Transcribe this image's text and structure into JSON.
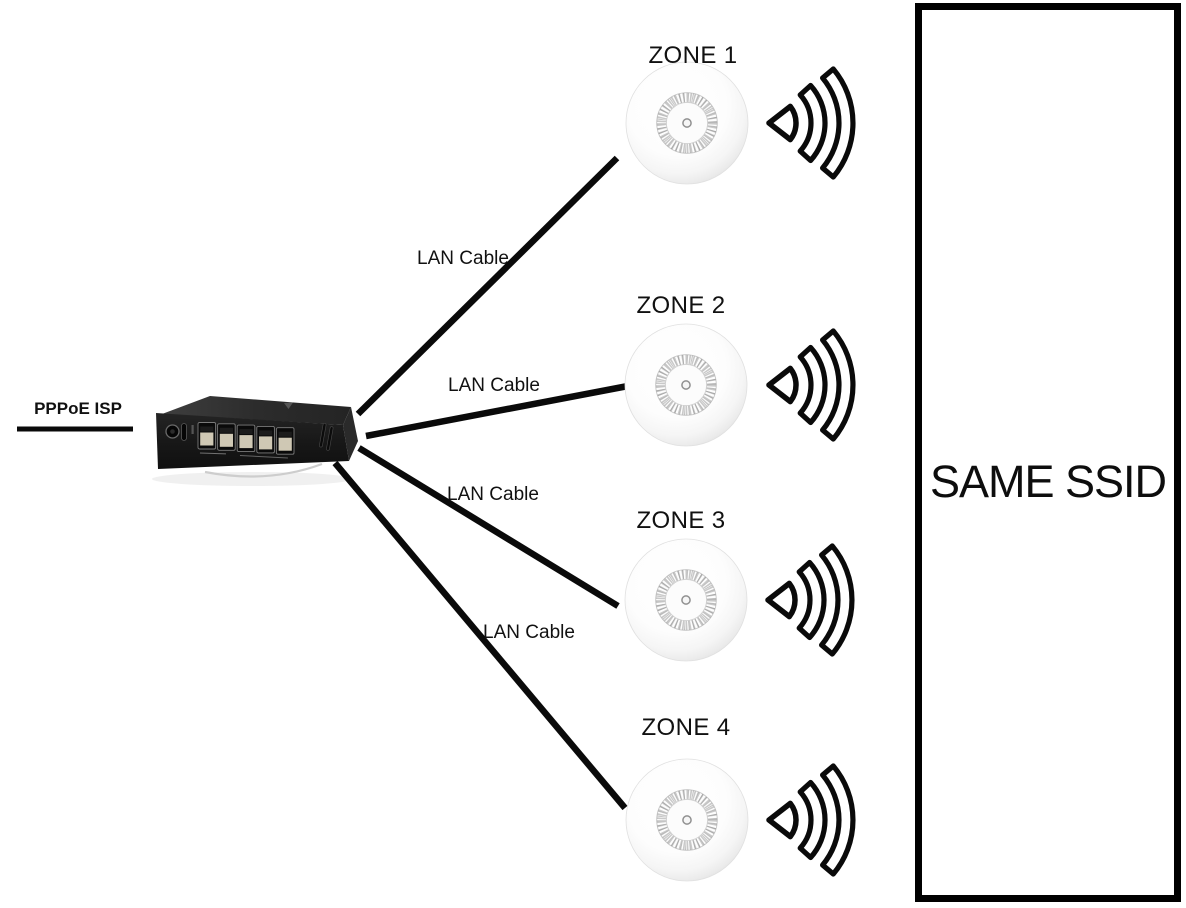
{
  "diagram": {
    "background": "#ffffff",
    "line_color": "#0a0a0a",
    "isp_label": "PPPoE ISP",
    "ssid_label": "SAME SSID",
    "zones": [
      {
        "label": "ZONE 1"
      },
      {
        "label": "ZONE 2"
      },
      {
        "label": "ZONE 3"
      },
      {
        "label": "ZONE 4"
      }
    ],
    "cables": [
      {
        "label": "LAN Cable"
      },
      {
        "label": "LAN Cable"
      },
      {
        "label": "LAN Cable"
      },
      {
        "label": "LAN Cable"
      }
    ],
    "icons": {
      "router": "five-port-router-device",
      "access_point": "ceiling-access-point",
      "wifi": "wifi-signal-icon"
    }
  }
}
